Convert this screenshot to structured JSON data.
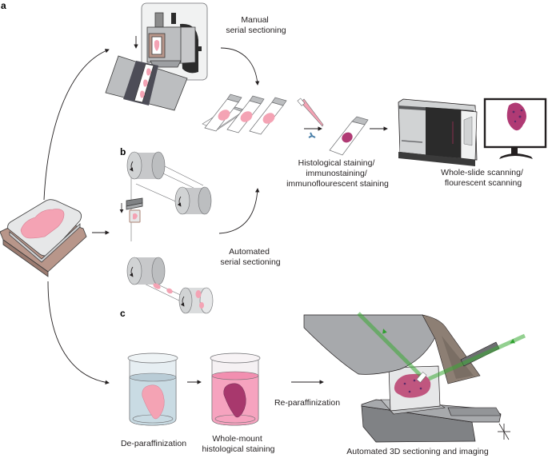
{
  "figure": {
    "panels": {
      "a": "a",
      "b": "b",
      "c": "c"
    },
    "labels": {
      "manual_sectioning": [
        "Manual",
        "serial sectioning"
      ],
      "automated_sectioning": [
        "Automated",
        "serial sectioning"
      ],
      "staining": [
        "Histological staining/",
        "immunostaining/",
        "immunoflourescent staining"
      ],
      "scanning": [
        "Whole-slide scanning/",
        "flourescent scanning"
      ],
      "deparaffinization": "De-paraffinization",
      "wholemount": [
        "Whole-mount",
        "histological staining"
      ],
      "reparaffinization": "Re-paraffinization",
      "automated_3d": "Automated 3D sectioning and imaging"
    },
    "colors": {
      "tissue_pink": "#f4a3b4",
      "stained_tissue": "#b03a74",
      "dark_purple": "#5a2a6a",
      "block_brown": "#b8968a",
      "metal_gray": "#a7a9ac",
      "dark_gray": "#4d4d57",
      "laser_green": "#3aaa35",
      "stain_solution": "#f6a3bf",
      "water_solution": "#c9dbe3"
    }
  }
}
